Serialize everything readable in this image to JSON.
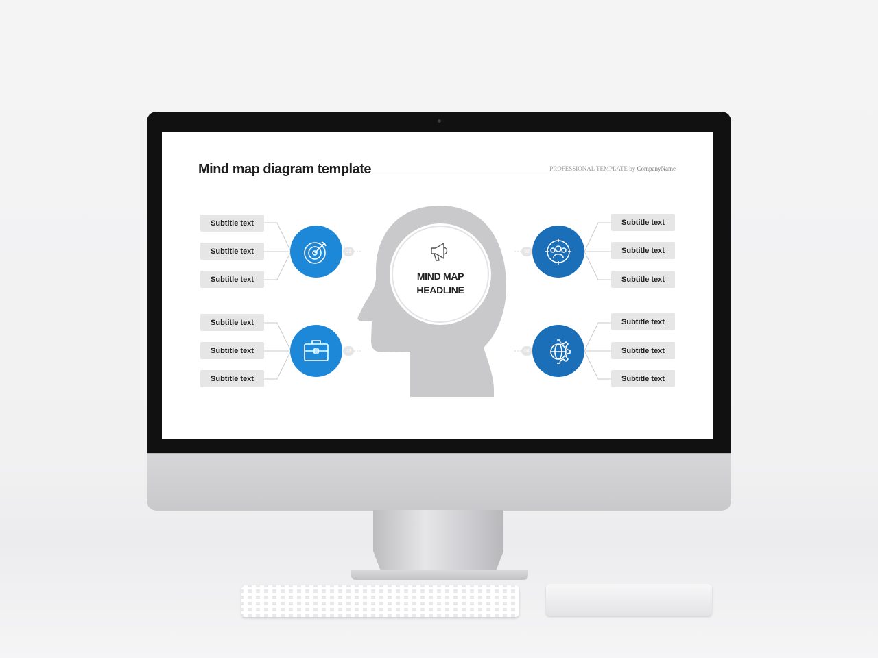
{
  "slide": {
    "title": "Mind map diagram template",
    "tagline_prefix": "PROFESSIONAL TEMPLATE by",
    "tagline_company": "CompanyName",
    "headline_line1": "MIND MAP",
    "headline_line2": "HEADLINE",
    "nodes": [
      {
        "number": "01",
        "icon": "target-icon",
        "color": "#1e88d8",
        "items": [
          "Subtitle text",
          "Subtitle text",
          "Subtitle text"
        ]
      },
      {
        "number": "02",
        "icon": "team-icon",
        "color": "#1b6fb8",
        "items": [
          "Subtitle text",
          "Subtitle text",
          "Subtitle text"
        ]
      },
      {
        "number": "03",
        "icon": "briefcase-icon",
        "color": "#1e88d8",
        "items": [
          "Subtitle text",
          "Subtitle text",
          "Subtitle text"
        ]
      },
      {
        "number": "04",
        "icon": "globe-gear-icon",
        "color": "#1b6fb8",
        "items": [
          "Subtitle text",
          "Subtitle text",
          "Subtitle text"
        ]
      }
    ],
    "center_icon": "megaphone-icon"
  },
  "colors": {
    "light_blue": "#1e88d8",
    "dark_blue": "#1b6fb8",
    "head_gray": "#c9c9cc",
    "pill_gray": "#e6e6e7"
  }
}
